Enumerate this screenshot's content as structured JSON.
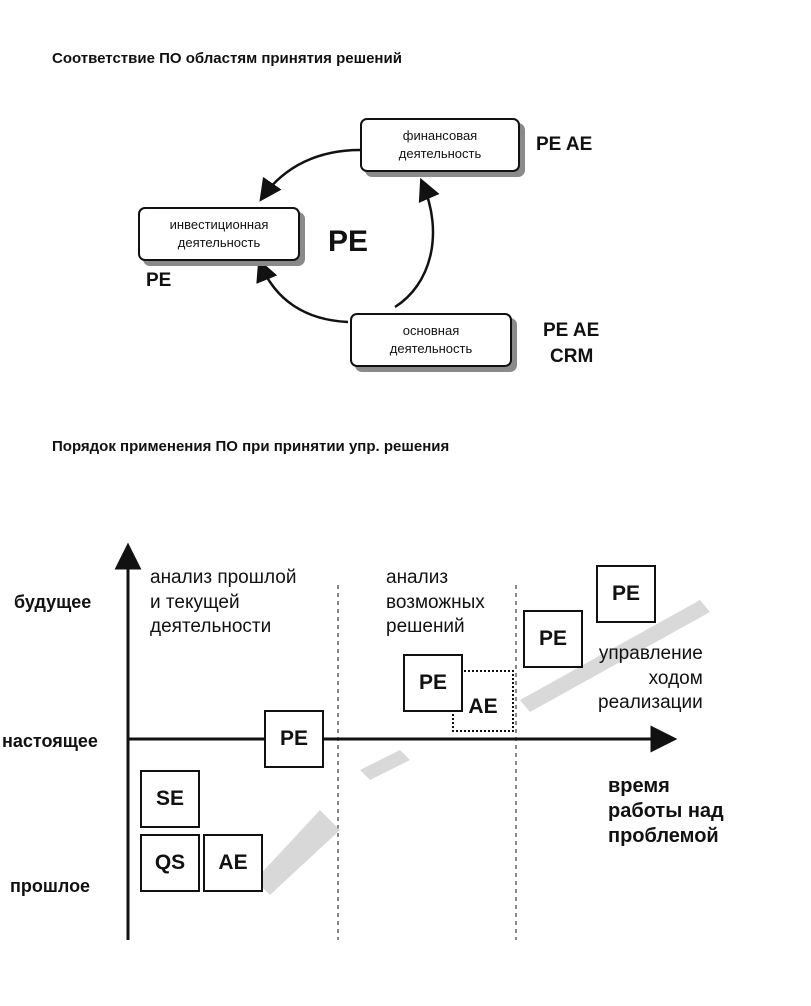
{
  "top": {
    "title": "Соответствие ПО областям принятия решений",
    "center_label": "PE",
    "nodes": [
      {
        "line1": "финансовая",
        "line2": "деятельность",
        "tag": "PE AE"
      },
      {
        "line1": "инвестиционная",
        "line2": "деятельность",
        "tag": "PE"
      },
      {
        "line1": "основная",
        "line2": "деятельность",
        "tag1": "PE AE",
        "tag2": "CRM"
      }
    ]
  },
  "bottom": {
    "title": "Порядок применения ПО при принятии упр. решения",
    "y_labels": {
      "future": "будущее",
      "present": "настоящее",
      "past": "прошлое"
    },
    "regions": [
      {
        "lines": [
          "анализ прошлой",
          "и текущей",
          "деятельности"
        ]
      },
      {
        "lines": [
          "анализ",
          "возможных",
          "решений"
        ]
      },
      {
        "lines": [
          "управление",
          "ходом",
          "реализации"
        ]
      }
    ],
    "x_label": [
      "время",
      "работы над",
      "проблемой"
    ],
    "squares": {
      "se": "SE",
      "qs": "QS",
      "ae_past": "AE",
      "pe_present": "PE",
      "pe_mid": "PE",
      "ae_mid": "AE",
      "pe_right1": "PE",
      "pe_right2": "PE"
    }
  }
}
